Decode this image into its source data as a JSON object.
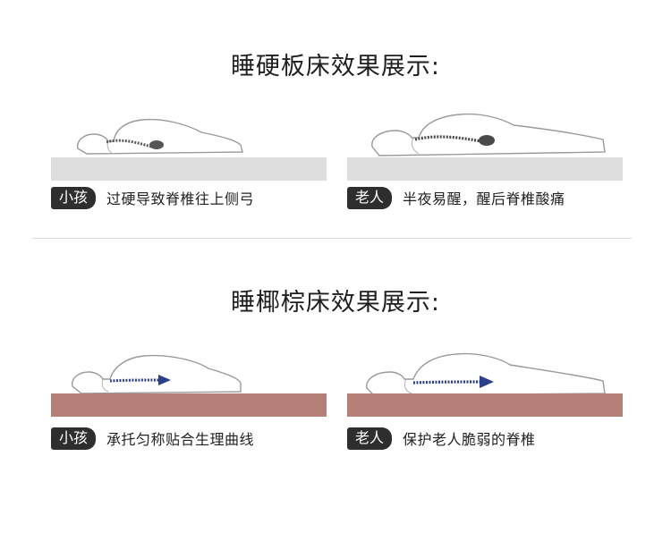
{
  "sections": [
    {
      "title": "睡硬板床效果展示:",
      "mattress_color": "#dedede",
      "spine_color": "#4a4a4a",
      "panels": [
        {
          "tag": "小孩",
          "text": "过硬导致脊椎往上侧弓"
        },
        {
          "tag": "老人",
          "text": "半夜易醒，醒后脊椎酸痛"
        }
      ]
    },
    {
      "title": "睡椰棕床效果展示:",
      "mattress_color": "#b58078",
      "spine_color": "#2b3f8c",
      "panels": [
        {
          "tag": "小孩",
          "text": "承托匀称贴合生理曲线"
        },
        {
          "tag": "老人",
          "text": "保护老人脆弱的脊椎"
        }
      ]
    }
  ]
}
